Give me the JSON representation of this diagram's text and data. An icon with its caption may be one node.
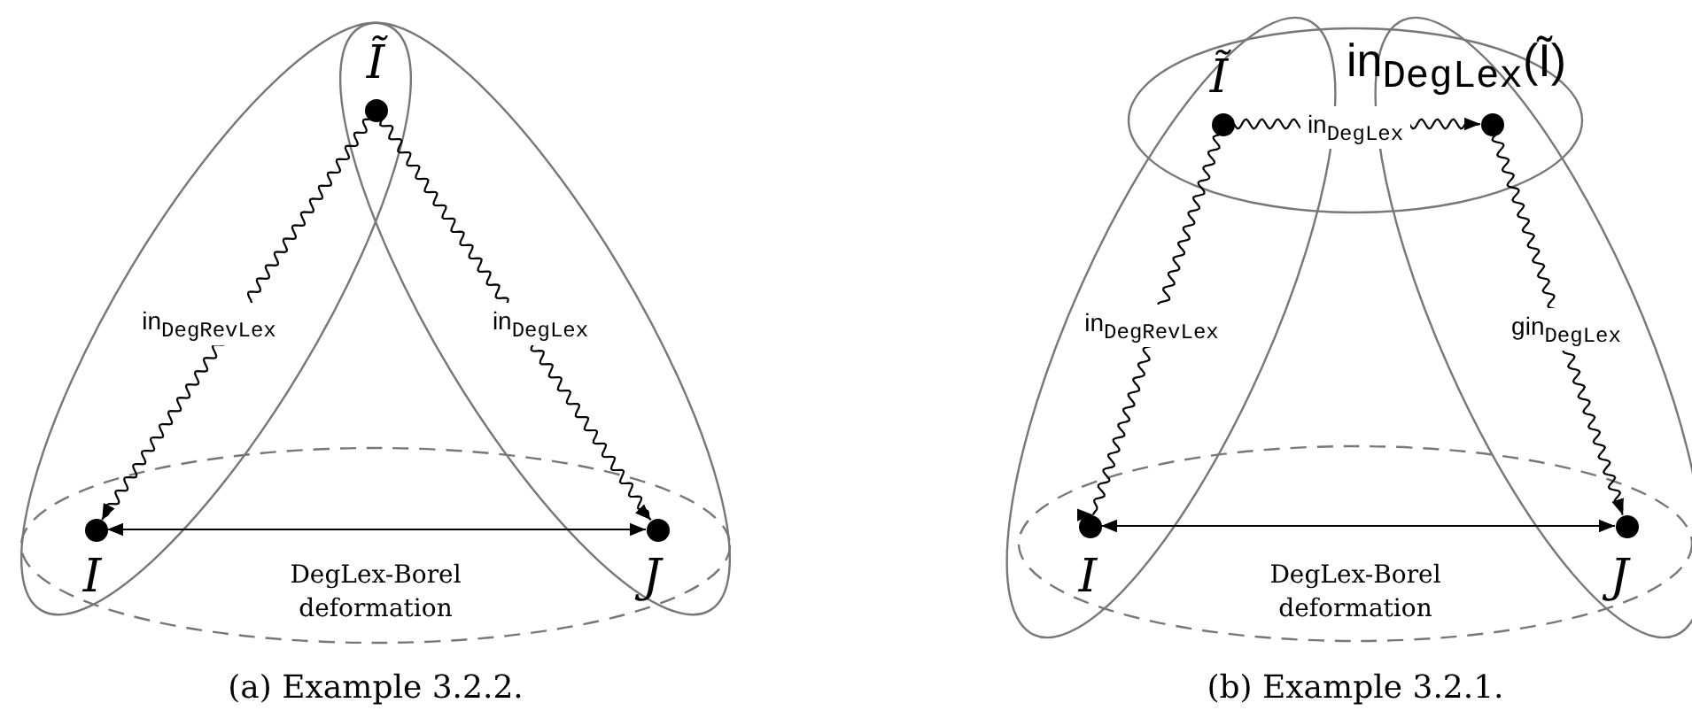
{
  "diagram": {
    "nodes": [
      {
        "text": [
          "Ĩ"
        ]
      },
      {
        "text": [
          "I"
        ]
      },
      {
        "text": [
          "J"
        ]
      },
      {
        "text": [
          "Ĩ"
        ]
      },
      {
        "text": [
          "in$_{DegLex}$(Ĩ)"
        ]
      },
      {
        "text": [
          "I"
        ]
      },
      {
        "text": [
          "J"
        ]
      }
    ],
    "edges": [
      {
        "from": 0,
        "to": 1,
        "arrow": "to",
        "label": "in$_{DegRevLex}$"
      },
      {
        "from": 0,
        "to": 2,
        "arrow": "to",
        "label": "in$_{DegLex}$"
      },
      {
        "from": 1,
        "to": 2,
        "arrow": "both",
        "label": "DegLex-Borel deformation"
      },
      {
        "from": 3,
        "to": 4,
        "arrow": "to",
        "label": "in$_{DegLex}$"
      },
      {
        "from": 3,
        "to": 5,
        "arrow": "to",
        "label": "in$_{DegRevLex}$"
      },
      {
        "from": 4,
        "to": 6,
        "arrow": "to",
        "label": "gin$_{DegLex}$"
      },
      {
        "from": 5,
        "to": 6,
        "arrow": "both",
        "label": "DegLex-Borel deformation"
      }
    ],
    "labels": [
      "(a) Example 3.2.2.",
      "(b) Example 3.2.1."
    ]
  }
}
